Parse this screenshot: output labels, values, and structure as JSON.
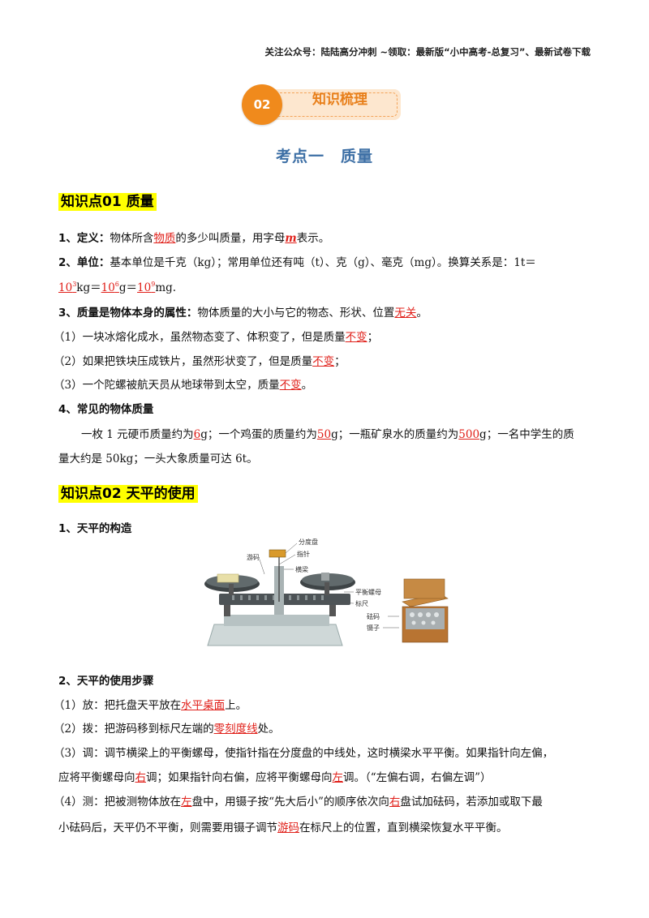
{
  "header_note": "关注公众号：陆陆高分冲刺 ~领取：最新版“小中高考-总复习”、最新试卷下载",
  "section": {
    "number": "02",
    "title": "知识梳理"
  },
  "kaodian_title": "考点一　质量",
  "kp1": {
    "title": "知识点01 质量",
    "item1": {
      "head": "1、定义：",
      "t1": "物体所含",
      "a1": "物质",
      "t2": "的多少叫质量，用字母",
      "a2": "m",
      "t3": "表示。"
    },
    "item2": {
      "head": "2、单位：",
      "t1": "基本单位是千克（kg）；常用单位还有吨（t）、克（g）、毫克（mg）。换算关系是：1t＝",
      "a1": "10",
      "e1": "3",
      "t2": "kg＝",
      "a2": "10",
      "e2": "6",
      "t3": "g＝",
      "a3": "10",
      "e3": "9",
      "t4": "mg."
    },
    "item3": {
      "head": "3、质量是物体本身的属性：",
      "t1": "物体质量的大小与它的物态、形状、位置",
      "a1": "无关",
      "t2": "。"
    },
    "sub1": {
      "t1": "（1）一块冰熔化成水，虽然物态变了、体积变了，但是质量",
      "a1": "不变",
      "t2": "；"
    },
    "sub2": {
      "t1": "（2）如果把铁块压成铁片，虽然形状变了，但是质量",
      "a1": "不变",
      "t2": "；"
    },
    "sub3": {
      "t1": "（3）一个陀螺被航天员从地球带到太空，质量",
      "a1": "不变",
      "t2": "。"
    },
    "item4": {
      "head": "4、常见的物体质量",
      "t1": "一枚 1 元硬币质量约为",
      "a1": "6",
      "t2": "g；一个鸡蛋的质量约为",
      "a2": "50",
      "t3": "g；一瓶矿泉水的质量约为",
      "a3": "500",
      "t4": "g；一名中学生的质",
      "t5": "量大约是 50kg；一头大象质量可达 6t。"
    }
  },
  "kp2": {
    "title": "知识点02 天平的使用",
    "struct_head": "1、天平的构造",
    "figure_labels": {
      "dial": "分度盘",
      "rider": "游码",
      "pointer": "指针",
      "beam": "横梁",
      "nut": "平衡螺母",
      "scale": "标尺",
      "weights": "砝码",
      "tweezers": "镊子"
    },
    "steps_head": "2、天平的使用步骤",
    "step1": {
      "t1": "（1）放：把托盘天平放在",
      "a1": "水平桌面",
      "t2": "上。"
    },
    "step2": {
      "t1": "（2）拨：把游码移到标尺左端的",
      "a1": "零刻度线",
      "t2": "处。"
    },
    "step3": {
      "t1": "（3）调：调节横梁上的平衡螺母，使指针指在分度盘的中线处，这时横梁水平平衡。如果指针向左偏，",
      "t2": "应将平衡螺母向",
      "a1": "右",
      "t3": "调；如果指针向右偏，应将平衡螺母向",
      "a2": "左",
      "t4": "调。（“左偏右调，右偏左调”）"
    },
    "step4": {
      "t1": "（4）测：把被测物体放在",
      "a1": "左",
      "t2": "盘中，用镊子按“先大后小”的顺序依次向",
      "a2": "右",
      "t3": "盘试加砝码，若添加或取下最",
      "t4": "小砝码后，天平仍不平衡，则需要用镊子调节",
      "a3": "游码",
      "t5": "在标尺上的位置，直到横梁恢复水平平衡。"
    }
  }
}
